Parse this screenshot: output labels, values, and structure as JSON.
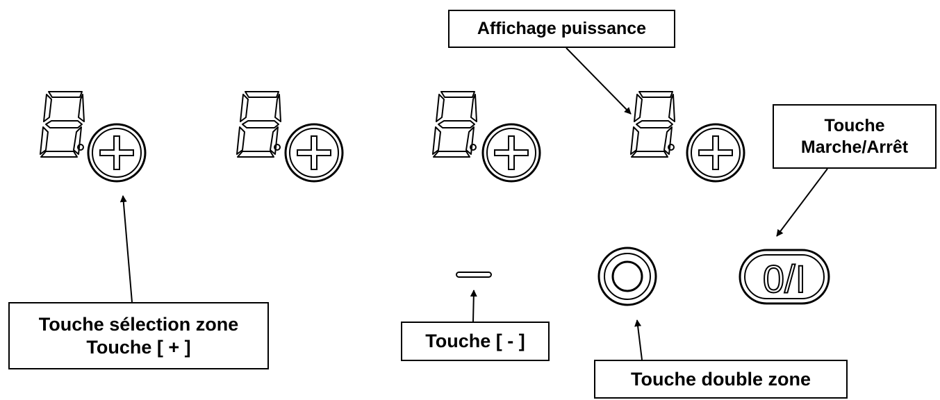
{
  "labels": {
    "affichage_puissance": "Affichage puissance",
    "marche_arret_line1": "Touche",
    "marche_arret_line2": "Marche/Arrêt",
    "selection_line1": "Touche sélection zone",
    "selection_line2": "Touche [ + ]",
    "moins": "Touche [ - ]",
    "double_zone": "Touche double zone"
  },
  "buttons": {
    "onoff_symbol": "0/I"
  },
  "colors": {
    "ink": "#000000",
    "background": "#ffffff"
  }
}
